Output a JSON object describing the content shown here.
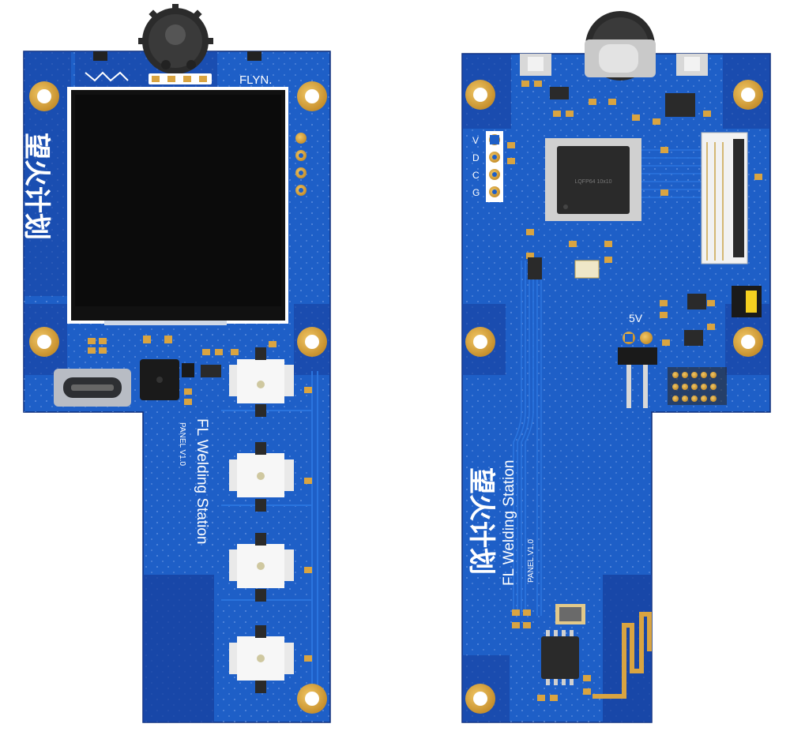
{
  "front": {
    "silk_brand": "FLYN.",
    "title": "FL Welding Station",
    "version": "PANEL V1.0",
    "chinese_logo": "望火计划"
  },
  "back": {
    "title": "FL Welding Station",
    "version": "PANEL V1.0",
    "chinese_logo": "望火计划",
    "mcu_label": "LQFP64 10x10",
    "header_label": "5V",
    "swd_pins": [
      "V",
      "D",
      "C",
      "G"
    ]
  },
  "colors": {
    "pcb": "#1e5fc7",
    "pcb_dark": "#163e9a",
    "pad_gold": "#d9a441",
    "silkscreen": "#ffffff"
  }
}
